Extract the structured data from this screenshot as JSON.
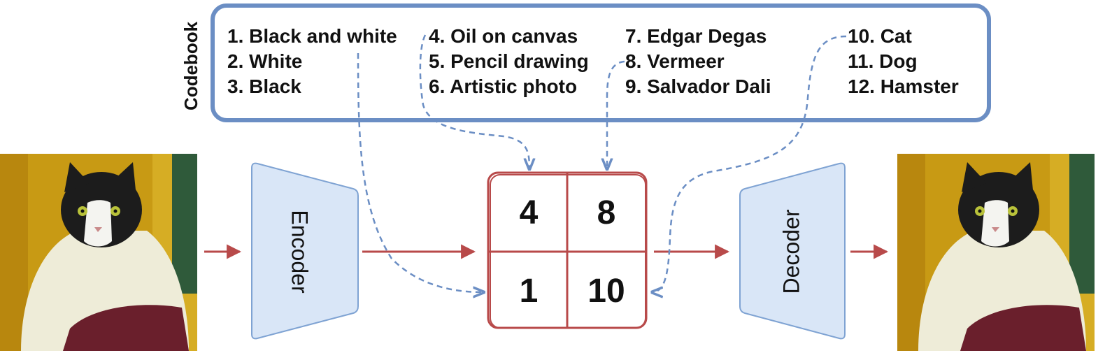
{
  "codebook": {
    "title": "Codebook",
    "items": [
      "1. Black and white",
      "2. White",
      "3. Black",
      "4. Oil on canvas",
      "5. Pencil drawing",
      "6. Artistic photo",
      "7. Edgar Degas",
      "8. Vermeer",
      "9. Salvador Dali",
      "10. Cat",
      "11. Dog",
      "12. Hamster"
    ]
  },
  "encoder": {
    "label": "Encoder"
  },
  "decoder": {
    "label": "Decoder"
  },
  "grid": {
    "cells": [
      "4",
      "8",
      "1",
      "10"
    ]
  },
  "colors": {
    "codebook_border": "#6b8ec4",
    "dashed_arrow": "#6b8ec4",
    "solid_arrow": "#b84a4a",
    "grid_border": "#b84a4a",
    "block_fill": "#d9e6f7",
    "block_stroke": "#7fa3d3",
    "painting_bg": "#c89a14"
  }
}
